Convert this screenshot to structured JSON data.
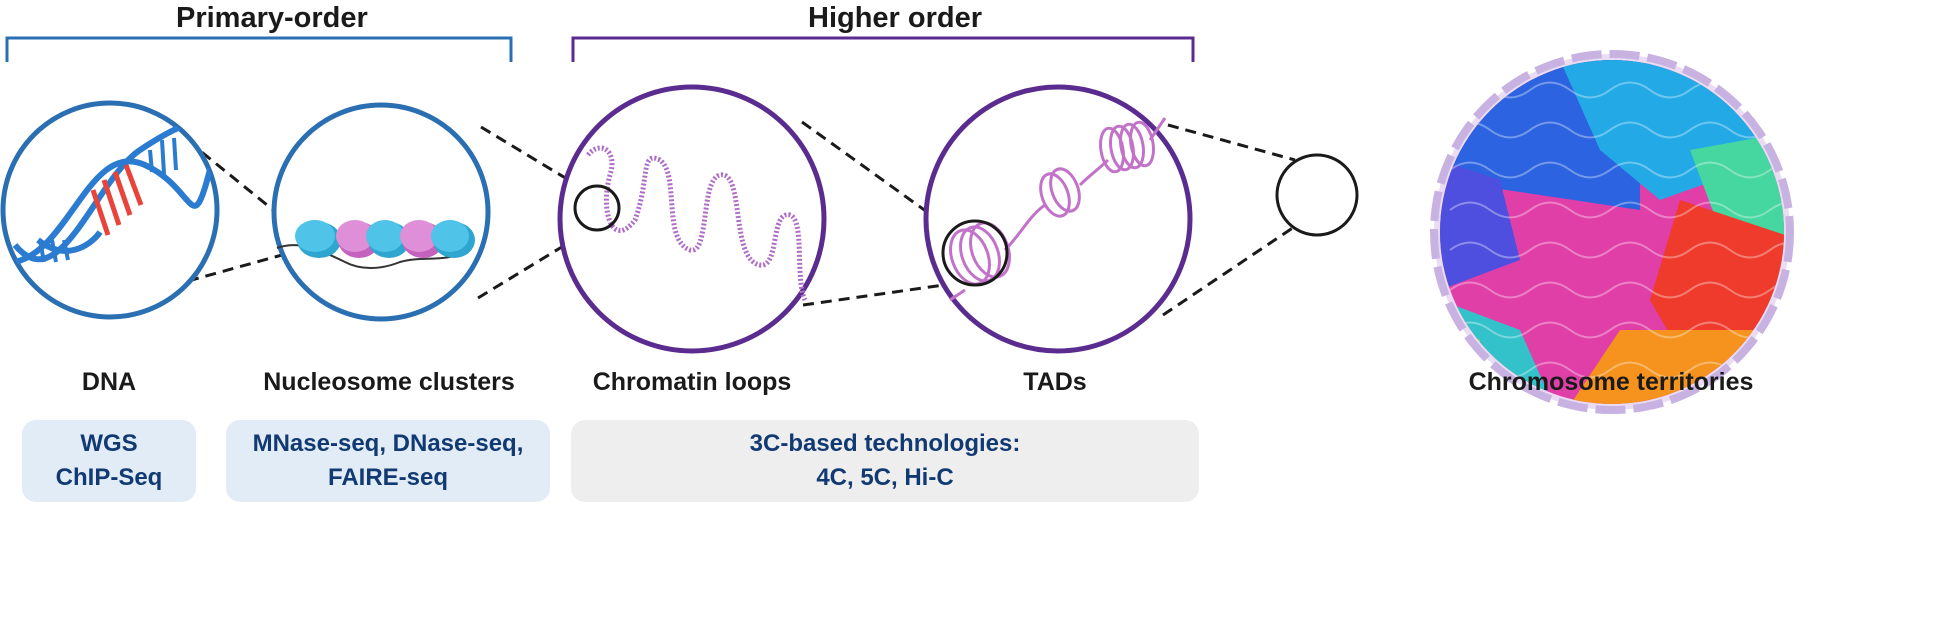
{
  "groups": {
    "primary": {
      "title": "Primary-order",
      "color": "#2b6fb3"
    },
    "higher": {
      "title": "Higher order",
      "color": "#5b2c8f"
    }
  },
  "stages": [
    {
      "label": "DNA"
    },
    {
      "label": "Nucleosome clusters"
    },
    {
      "label": "Chromatin loops"
    },
    {
      "label": "TADs"
    },
    {
      "label": "Chromosome territories"
    }
  ],
  "techniques": {
    "dna": [
      "WGS",
      "ChIP-Seq"
    ],
    "nucleosome": [
      "MNase-seq, DNase-seq,",
      "FAIRE-seq"
    ],
    "higher": [
      "3C-based technologies:",
      "4C, 5C, Hi-C"
    ]
  },
  "colors": {
    "dna_strand": "#2b7bd0",
    "dna_highlight": "#e8443a",
    "nucleosome_blue": "#3db8e0",
    "nucleosome_pink": "#d77fcf",
    "chromatin_fiber": "#b06cc7",
    "box_blue": "#e2ecf6",
    "box_grey": "#eeeeef",
    "box_text": "#123a72"
  }
}
